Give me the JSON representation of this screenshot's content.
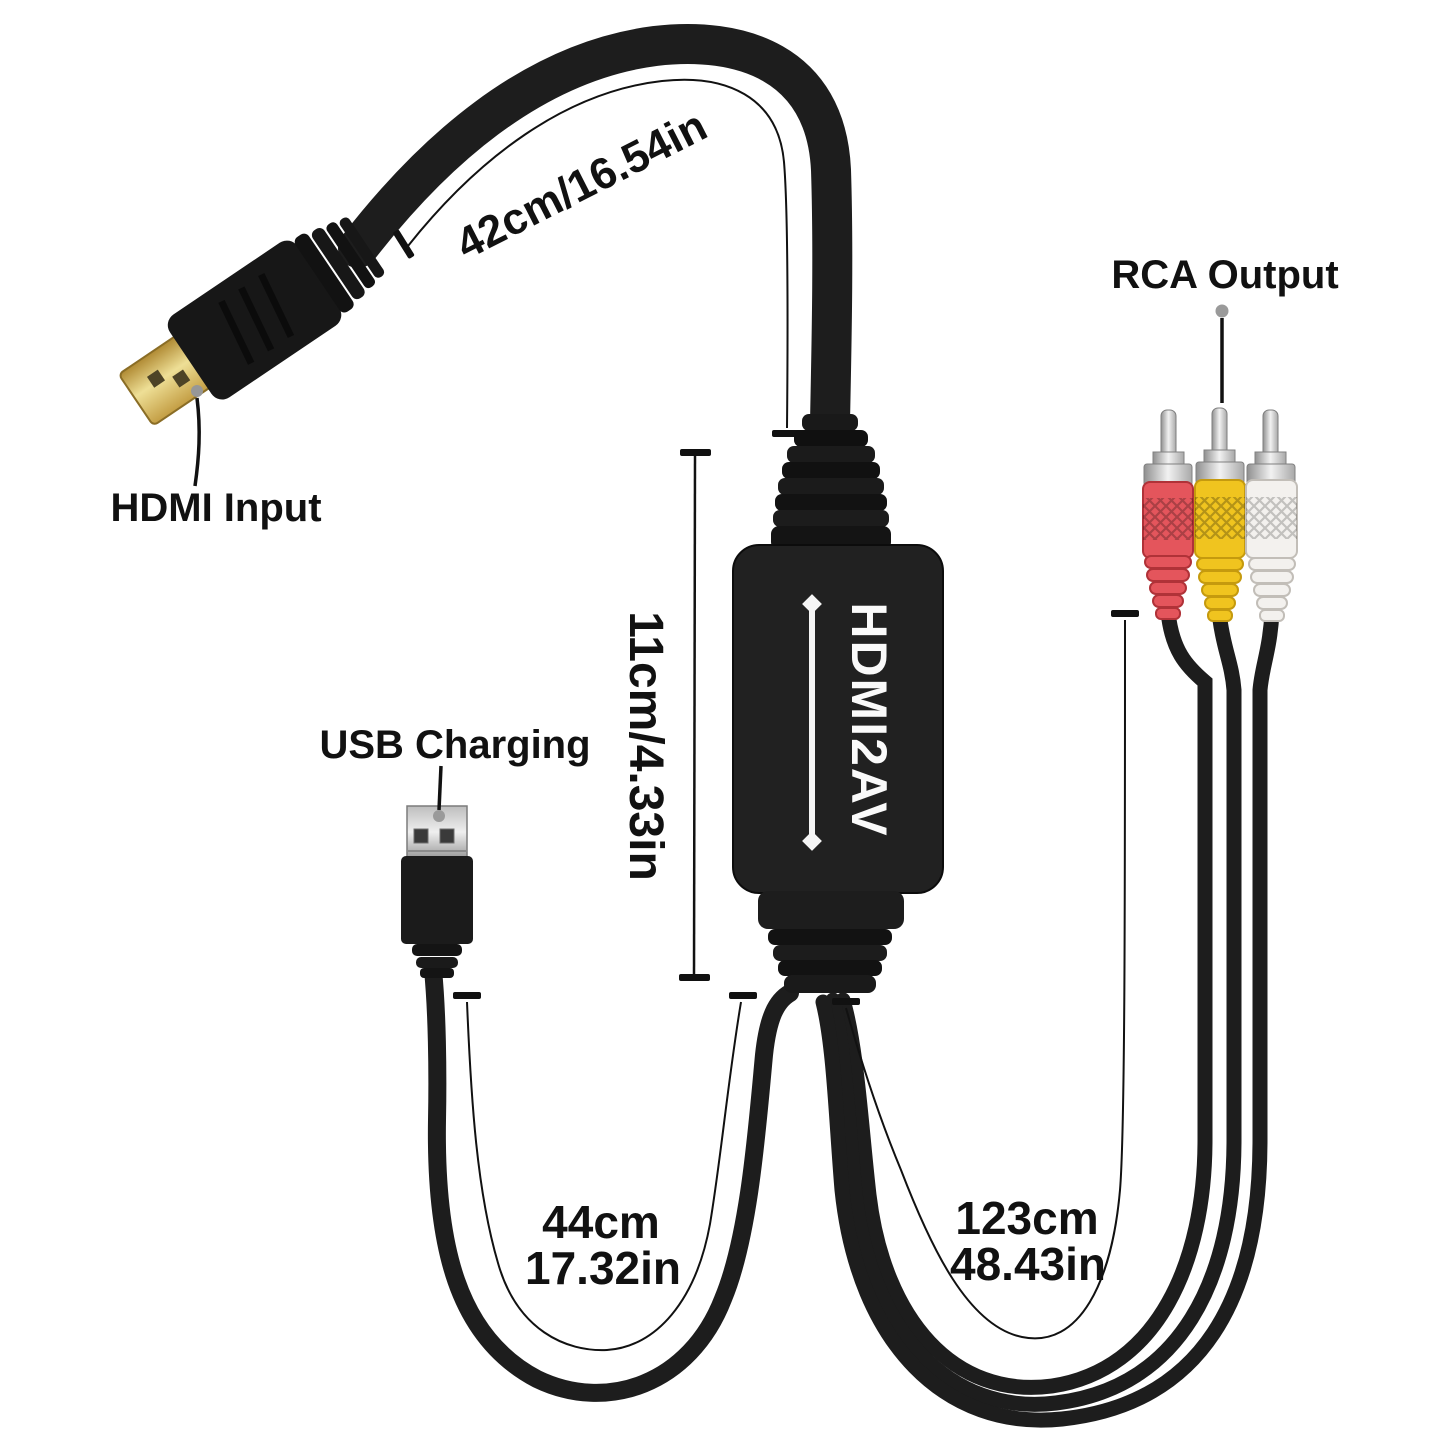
{
  "product": {
    "device_label": "HDMI2AV",
    "connectors": {
      "hdmi": {
        "label": "HDMI Input"
      },
      "usb": {
        "label": "USB Charging"
      },
      "rca": {
        "label": "RCA Output",
        "plug_colors": [
          "red",
          "yellow",
          "white"
        ]
      }
    },
    "measurements": {
      "hdmi_cable": "42cm/16.54in",
      "converter_body": "11cm/4.33in",
      "usb_cable": {
        "cm": "44cm",
        "inch": "17.32in"
      },
      "rca_cable": {
        "cm": "123cm",
        "inch": "48.43in"
      }
    },
    "colors": {
      "cable_black": "#1d1d1d",
      "rca_red": "#e4555c",
      "rca_yellow": "#f0c41f",
      "rca_white": "#f3f1ee",
      "hdmi_gold": "#d8b765",
      "metal_silver": "#c9c9c9"
    }
  }
}
